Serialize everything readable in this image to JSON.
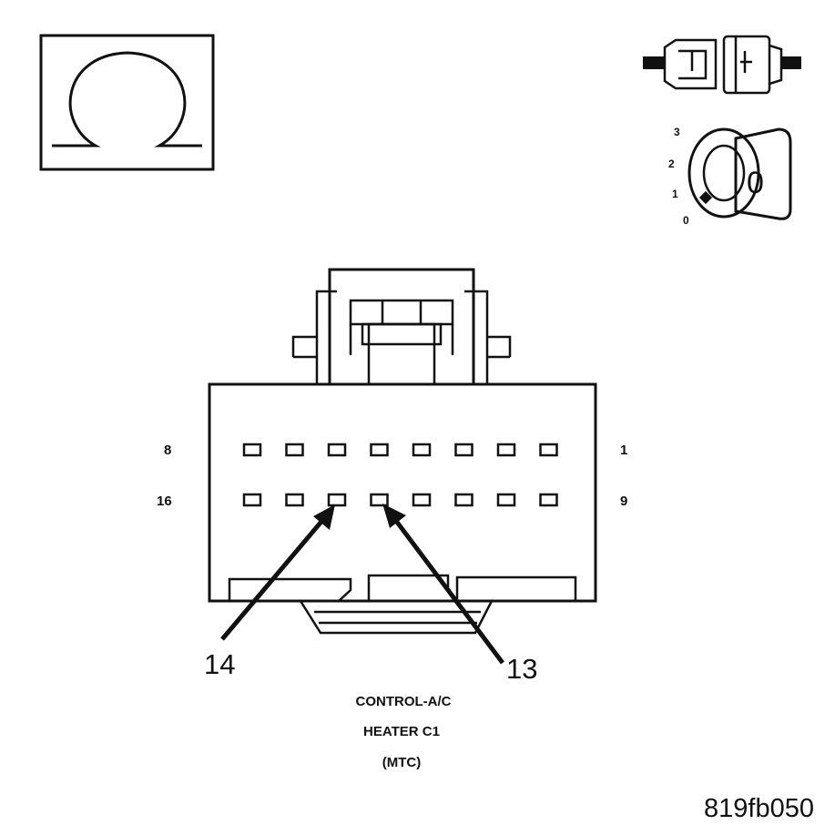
{
  "connector": {
    "pins_top_left_label": "8",
    "pins_top_right_label": "1",
    "pins_bottom_left_label": "16",
    "pins_bottom_right_label": "9",
    "columns": 8
  },
  "callouts": [
    {
      "label": "14"
    },
    {
      "label": "13"
    }
  ],
  "caption": {
    "line1": "CONTROL-A/C",
    "line2": "HEATER C1",
    "line3": "(MTC)"
  },
  "figure_id": "819fb050",
  "ignition": {
    "positions": [
      "3",
      "2",
      "1",
      "0"
    ],
    "key_label": "0"
  },
  "icons": {
    "ohmmeter": "ohm-icon",
    "disconnect": "connector-disconnect-icon",
    "ignition": "ignition-key-icon"
  }
}
